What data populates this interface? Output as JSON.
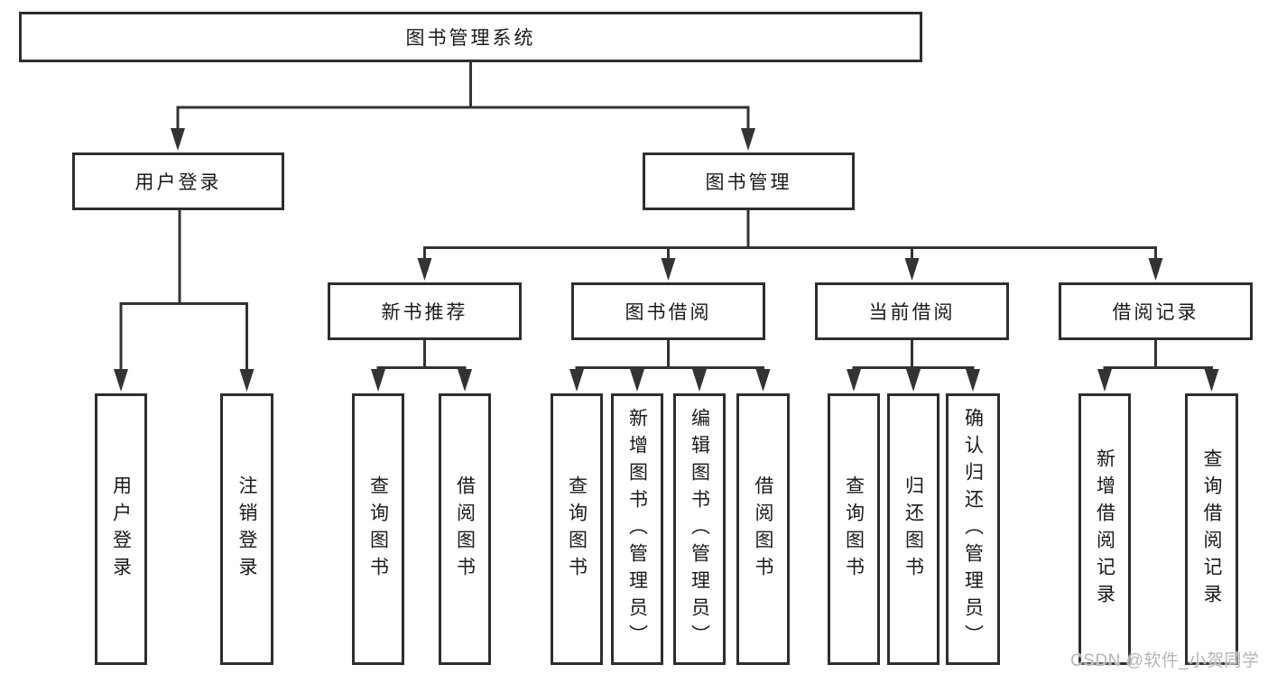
{
  "diagram": {
    "root": {
      "label": "图书管理系统"
    },
    "level2": [
      {
        "label": "用户登录",
        "children": [
          "用户登录",
          "注销登录"
        ]
      },
      {
        "label": "图书管理"
      }
    ],
    "level3": [
      {
        "label": "新书推荐",
        "children": [
          "查询图书",
          "借阅图书"
        ]
      },
      {
        "label": "图书借阅",
        "children": [
          "查询图书",
          "新增图书（管理员）",
          "编辑图书（管理员）",
          "借阅图书"
        ]
      },
      {
        "label": "当前借阅",
        "children": [
          "查询图书",
          "归还图书",
          "确认归还（管理员）"
        ]
      },
      {
        "label": "借阅记录",
        "children": [
          "新增借阅记录",
          "查询借阅记录"
        ]
      }
    ]
  },
  "watermark": {
    "text": "CSDN @软件_小贺同学"
  },
  "colors": {
    "line": "#333333",
    "border": "#2e2e2e",
    "text": "#1a1a1a",
    "watermark": "#b5b5b5",
    "background": "#ffffff"
  }
}
